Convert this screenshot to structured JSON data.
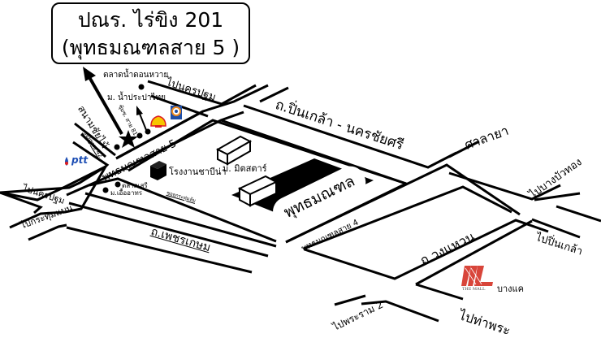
{
  "title": {
    "line1": "ปณร. ไร่ขิง 201",
    "line2": "(พุทธมณฑลสาย 5 )"
  },
  "roads": {
    "phetkasem": "ถ.เพชรเกษม",
    "pinklao_nakhonchaisi": "ถ.ปิ่นเกล้า - นครชัยศรี",
    "wongwaen": "ถ.วงแหวน",
    "phutthamonthon_5": "พุทธมณฑลสาย 5",
    "phutthamonthon_4": "พุทธมณฑลสาย 4",
    "soi_sanamchai": "สนามชัยไม้",
    "soi_42": "ซอยพุทธ 42",
    "soi_right": "ซอยกระทุ่มล้ม",
    "soi_ruamsin": "ซุ้มซ. สาย 81"
  },
  "directions": {
    "to_nakhonpathom_top": "ไปนครปฐม",
    "to_nakhonpathom_left": "ไปนครปฐม",
    "to_krathumbaen": "ไปกระทุ่มแบน",
    "salaya": "ศาลายา",
    "to_bangbuathong": "ไปบางบัวทอง",
    "to_pinklao": "ไปปิ่นเกล้า",
    "to_rama2": "ไปพระราม 2",
    "to_thaphra": "ไปท่าพระ"
  },
  "landmarks": {
    "floating_market": "ตลาดน้ำดอนหวาย",
    "village_nampraphai": "ม. น้ำประปาไทย",
    "tea_factory": "โรงงานชาบีน่า",
    "village_mitstar": "ม. มิตสตาร์",
    "phutthamonthon": "พุทธมณฑล",
    "market_sri": "ตลาดเสรี",
    "village_euaarthorn": "ม.เอื้ออาทร",
    "the_mall_logo": "THE MALL",
    "the_mall_branch": "บางแค",
    "ptt_logo": "ptt"
  },
  "icons": {
    "destination": "star-icon",
    "direction": "arrow-icon",
    "shell": "shell-logo-icon",
    "bangchak": "bangchak-logo-icon",
    "ptt": "ptt-logo-icon",
    "mall": "the-mall-logo-icon",
    "building": "building-icon"
  },
  "colors": {
    "ink": "#000000",
    "shell_yellow": "#f7c600",
    "shell_red": "#dd1d21",
    "ptt_blue": "#1e4fb4",
    "mall_red": "#d8453a",
    "bangchak_blue": "#1f4ea6",
    "bangchak_orange": "#f08a1c"
  }
}
